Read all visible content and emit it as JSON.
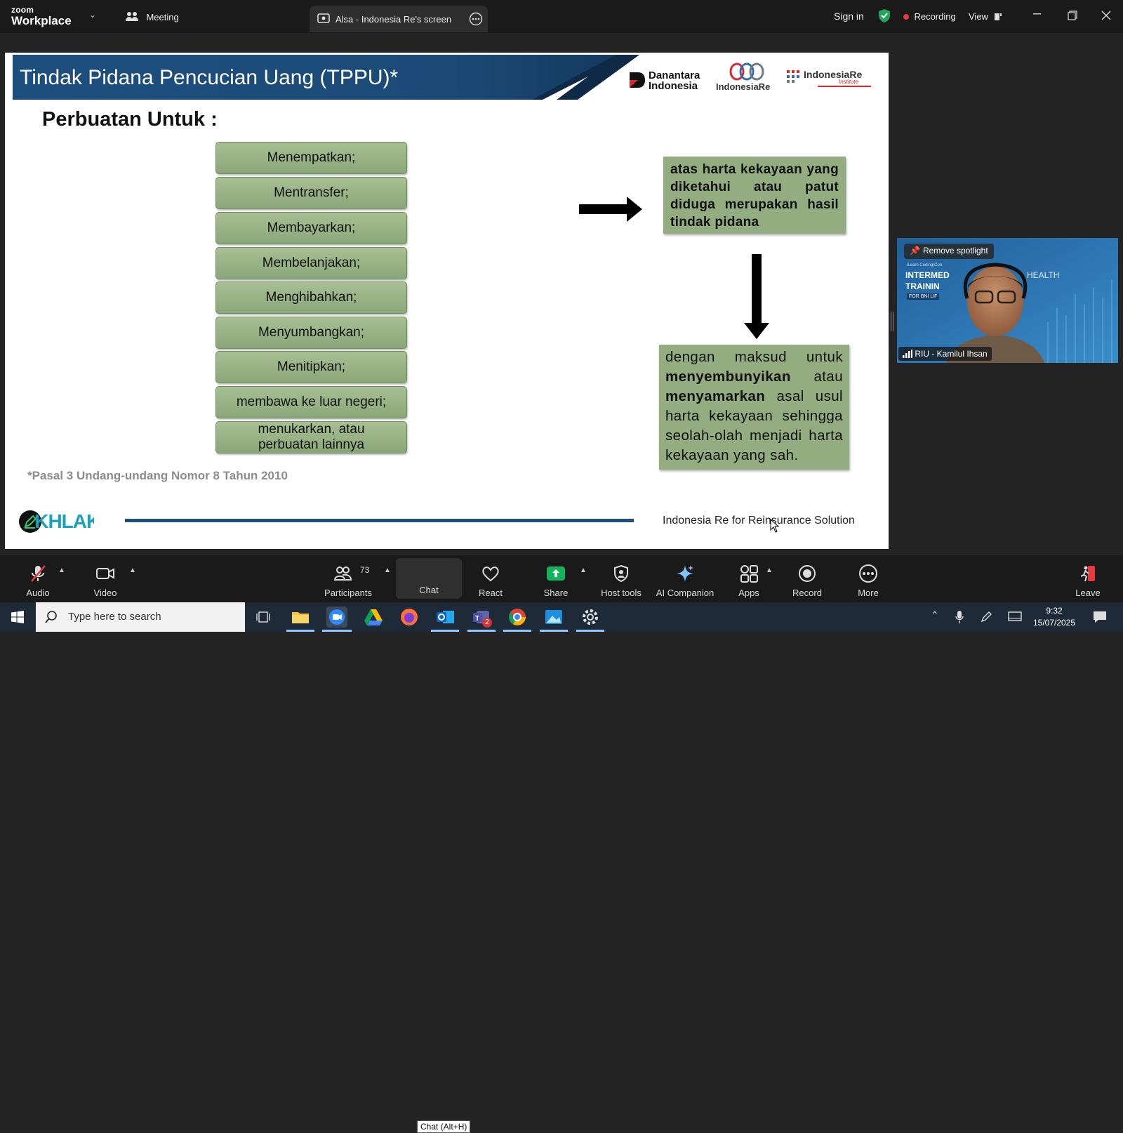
{
  "topbar": {
    "brand_small": "zoom",
    "brand_large": "Workplace",
    "meeting_label": "Meeting",
    "share_tab_label": "Alsa - Indonesia Re's screen",
    "sign_in": "Sign in",
    "recording": "Recording",
    "view": "View"
  },
  "slide": {
    "title": "Tindak Pidana Pencucian Uang (TPPU)*",
    "logos": {
      "danantara": "Danantara Indonesia",
      "danantara_l1": "Danantara",
      "danantara_l2": "Indonesia",
      "indonesiare": "IndonesiaRe",
      "institute": "IndonesiaRe Institute",
      "institute_main": "IndonesiaRe",
      "institute_sub": "Institute"
    },
    "subtitle": "Perbuatan Untuk :",
    "actions": [
      "Menempatkan;",
      "Mentransfer;",
      "Membayarkan;",
      "Membelanjakan;",
      "Menghibahkan;",
      "Menyumbangkan;",
      "Menitipkan;",
      "membawa ke luar negeri;",
      "menukarkan, atau perbuatan lainnya"
    ],
    "box_top": "atas harta kekayaan yang diketahui atau patut diduga merupakan hasil tindak pidana",
    "box_bottom_pre": "dengan maksud untuk",
    "box_bottom_bold1": "menyembunyikan",
    "box_bottom_mid": "atau",
    "box_bottom_bold2": "menyamarkan",
    "box_bottom_post": "asal usul harta kekayaan sehingga seolah-olah menjadi harta kekayaan yang sah.",
    "footnote": "*Pasal 3 Undang-undang Nomor 8 Tahun 2010",
    "akhlak": "AKHLAK",
    "footer_tagline": "Indonesia Re for Reinsurance Solution"
  },
  "video_tile": {
    "remove_spotlight": "Remove spotlight",
    "participant_name": "RIU - Kamilul Ihsan",
    "bg_text_1": "INTERMED",
    "bg_text_2": "TRAININ",
    "bg_text_3": "HEALTH",
    "bg_text_4": "FOR BNI LIF",
    "bg_text_5": "iLearn Coding/Con"
  },
  "toolbar": {
    "audio": "Audio",
    "video": "Video",
    "participants": "Participants",
    "participants_count": "73",
    "chat": "Chat",
    "chat_tooltip": "Chat (Alt+H)",
    "react": "React",
    "share": "Share",
    "host_tools": "Host tools",
    "ai_companion": "AI Companion",
    "apps": "Apps",
    "record": "Record",
    "more": "More",
    "leave": "Leave"
  },
  "taskbar": {
    "search_placeholder": "Type here to search",
    "time": "9:32",
    "date": "15/07/2025",
    "teams_badge": "2"
  },
  "colors": {
    "slide_header_blue": "#1d4f7e",
    "green_box": "#94ad80",
    "recording_red": "#e8393f",
    "share_green": "#12b35a"
  }
}
